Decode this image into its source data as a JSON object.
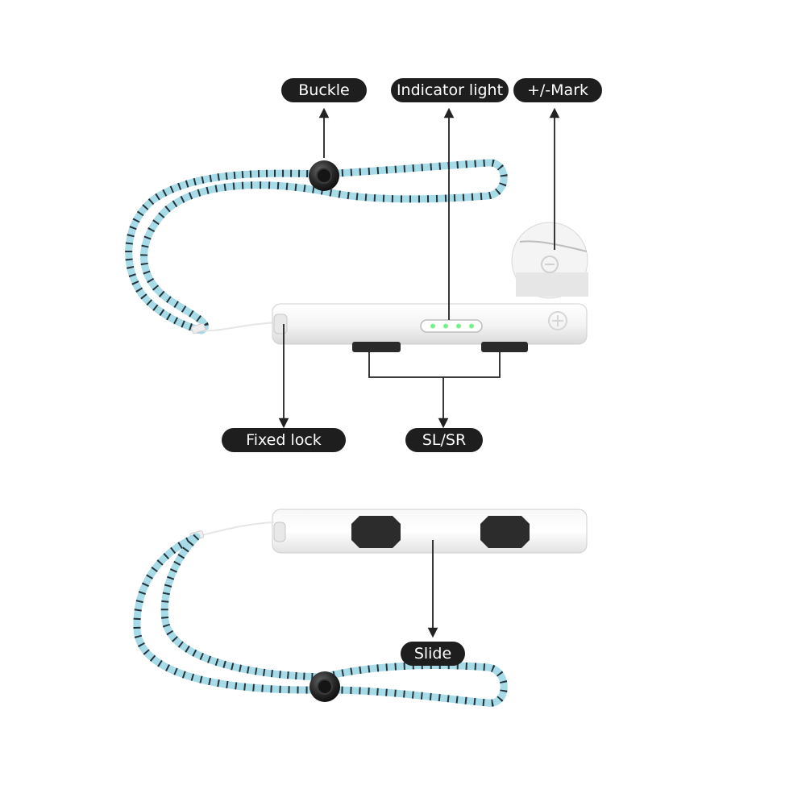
{
  "labels": {
    "buckle": "Buckle",
    "indicator_light": "Indicator light",
    "mark": "+/-Mark",
    "fixed_lock": "Fixed lock",
    "sl_sr": "SL/SR",
    "slide": "Slide"
  },
  "colors": {
    "label_bg": "#1e1e1e",
    "label_text": "#ffffff",
    "cord_light": "#a8dbe8",
    "cord_dark": "#24323a",
    "led": "#7cf08a",
    "body": "#f4f4f4"
  },
  "icons": [
    "strap-cord",
    "buckle-knob",
    "strap-body",
    "indicator-leds",
    "plus-icon",
    "minus-icon",
    "sl-button",
    "sr-button",
    "arrow"
  ]
}
